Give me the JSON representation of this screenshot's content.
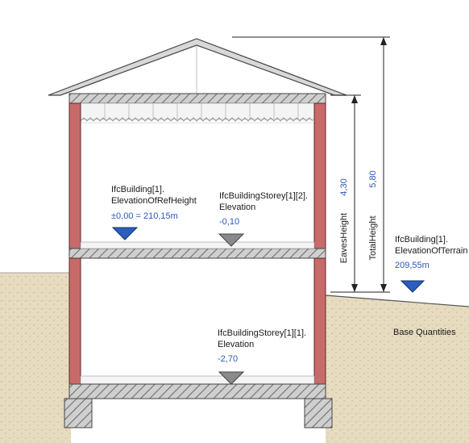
{
  "diagram": {
    "labels": {
      "building_ref": {
        "line1": "IfcBuilding[1].",
        "line2": "ElevationOfRefHeight",
        "value": "±0,00 = 210,15m"
      },
      "storey2": {
        "line1": "IfcBuildingStorey[1][2].",
        "line2": "Elevation",
        "value": "-0,10"
      },
      "storey1": {
        "line1": "IfcBuildingStorey[1][1].",
        "line2": "Elevation",
        "value": "-2,70"
      },
      "terrain": {
        "line1": "IfcBuilding[1].",
        "line2": "ElevationOfTerrain",
        "value": "209,55m"
      },
      "base_quantities": "Base Quantities"
    },
    "dimensions": {
      "eaves": {
        "label": "EavesHeight",
        "value": "4,30"
      },
      "total": {
        "label": "TotalHeight",
        "value": "5,80"
      }
    },
    "colors": {
      "wall": "#c96a6a",
      "ground": "#e6d7b8",
      "slab": "#c8c8c8",
      "marker_blue": "#2a5fc0",
      "marker_grey": "#8a8a8a",
      "value_text": "#2b58b6"
    }
  }
}
